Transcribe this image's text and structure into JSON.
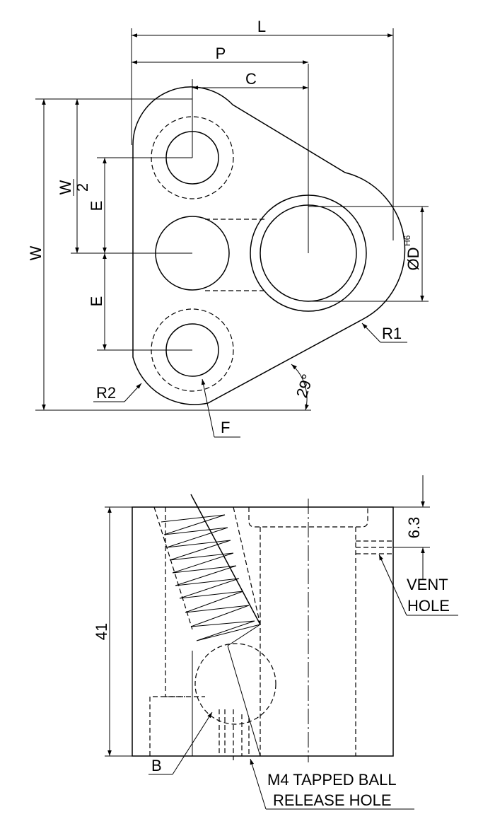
{
  "top_view": {
    "dim_L": "L",
    "dim_P": "P",
    "dim_C": "C",
    "dim_W": "W",
    "dim_W_half_num": "W",
    "dim_W_half_den": "2",
    "dim_E_upper": "E",
    "dim_E_lower": "E",
    "dim_diameter": "ØD",
    "dim_diameter_tol": "H6",
    "radius_R1": "R1",
    "radius_R2": "R2",
    "angle": "29°",
    "label_F": "F"
  },
  "side_view": {
    "height": "41",
    "vent_depth": "6.3",
    "vent_label_1": "VENT",
    "vent_label_2": "HOLE",
    "label_B": "B",
    "tapped_label_1": "M4 TAPPED BALL",
    "tapped_label_2": "RELEASE HOLE"
  }
}
